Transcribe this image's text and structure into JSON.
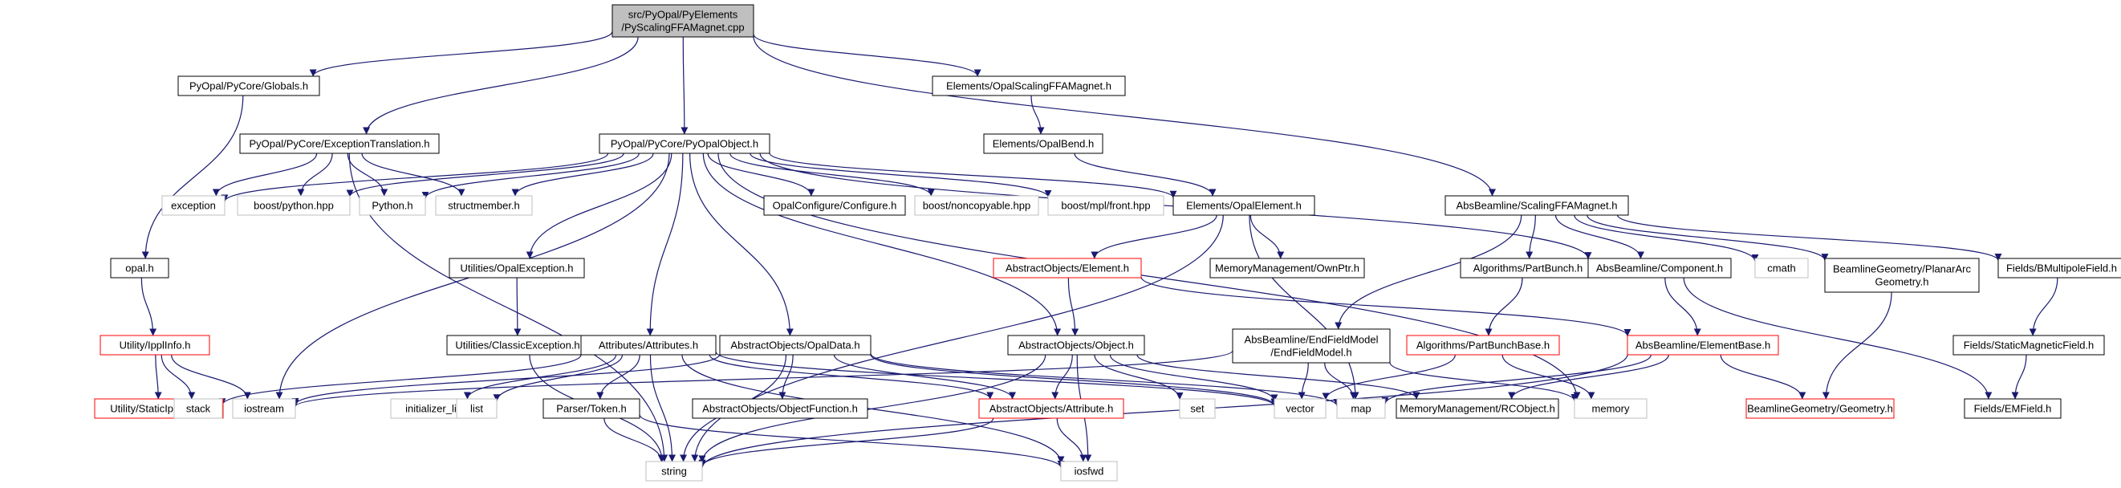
{
  "colors": {
    "edge": "#191970",
    "root_fill": "#bfbfbf",
    "node_border": "#000000",
    "missing_border": "#bfbfbf",
    "truncated_border": "#ff0000",
    "text": "#000000"
  },
  "nodes": [
    {
      "id": "root",
      "lines": [
        "src/PyOpal/PyElements",
        "/PyScalingFFAMagnet.cpp"
      ],
      "kind": "root"
    },
    {
      "id": "globals",
      "lines": [
        "PyOpal/PyCore/Globals.h"
      ],
      "kind": "normal"
    },
    {
      "id": "exctrans",
      "lines": [
        "PyOpal/PyCore/ExceptionTranslation.h"
      ],
      "kind": "normal"
    },
    {
      "id": "pyopalobj",
      "lines": [
        "PyOpal/PyCore/PyOpalObject.h"
      ],
      "kind": "normal"
    },
    {
      "id": "opalscaling",
      "lines": [
        "Elements/OpalScalingFFAMagnet.h"
      ],
      "kind": "normal"
    },
    {
      "id": "opalbend",
      "lines": [
        "Elements/OpalBend.h"
      ],
      "kind": "normal"
    },
    {
      "id": "absscaling",
      "lines": [
        "AbsBeamline/ScalingFFAMagnet.h"
      ],
      "kind": "normal"
    },
    {
      "id": "exception",
      "lines": [
        "exception"
      ],
      "kind": "missing"
    },
    {
      "id": "boostpython",
      "lines": [
        "boost/python.hpp"
      ],
      "kind": "missing"
    },
    {
      "id": "pythonh",
      "lines": [
        "Python.h"
      ],
      "kind": "missing"
    },
    {
      "id": "structmember",
      "lines": [
        "structmember.h"
      ],
      "kind": "missing"
    },
    {
      "id": "configure",
      "lines": [
        "OpalConfigure/Configure.h"
      ],
      "kind": "normal"
    },
    {
      "id": "noncopyable",
      "lines": [
        "boost/noncopyable.hpp"
      ],
      "kind": "missing"
    },
    {
      "id": "mplfront",
      "lines": [
        "boost/mpl/front.hpp"
      ],
      "kind": "missing"
    },
    {
      "id": "opalelement",
      "lines": [
        "Elements/OpalElement.h"
      ],
      "kind": "normal"
    },
    {
      "id": "opalh",
      "lines": [
        "opal.h"
      ],
      "kind": "normal"
    },
    {
      "id": "ipplinfo",
      "lines": [
        "Utility/IpplInfo.h"
      ],
      "kind": "truncated"
    },
    {
      "id": "staticippl",
      "lines": [
        "Utility/StaticIpplInfo.h"
      ],
      "kind": "truncated"
    },
    {
      "id": "opalexception",
      "lines": [
        "Utilities/OpalException.h"
      ],
      "kind": "normal"
    },
    {
      "id": "classicexc",
      "lines": [
        "Utilities/ClassicException.h"
      ],
      "kind": "normal"
    },
    {
      "id": "attributes",
      "lines": [
        "Attributes/Attributes.h"
      ],
      "kind": "normal"
    },
    {
      "id": "opaldata",
      "lines": [
        "AbstractObjects/OpalData.h"
      ],
      "kind": "normal"
    },
    {
      "id": "absobject",
      "lines": [
        "AbstractObjects/Object.h"
      ],
      "kind": "normal"
    },
    {
      "id": "element",
      "lines": [
        "AbstractObjects/Element.h"
      ],
      "kind": "truncated"
    },
    {
      "id": "ownptr",
      "lines": [
        "MemoryManagement/OwnPtr.h"
      ],
      "kind": "normal"
    },
    {
      "id": "endfield",
      "lines": [
        "AbsBeamline/EndFieldModel",
        "/EndFieldModel.h"
      ],
      "kind": "normal"
    },
    {
      "id": "partbunch",
      "lines": [
        "Algorithms/PartBunch.h"
      ],
      "kind": "normal"
    },
    {
      "id": "component",
      "lines": [
        "AbsBeamline/Component.h"
      ],
      "kind": "normal"
    },
    {
      "id": "cmath",
      "lines": [
        "cmath"
      ],
      "kind": "missing"
    },
    {
      "id": "planararc",
      "lines": [
        "BeamlineGeometry/PlanarArc",
        "Geometry.h"
      ],
      "kind": "normal"
    },
    {
      "id": "bmultipole",
      "lines": [
        "Fields/BMultipoleField.h"
      ],
      "kind": "normal"
    },
    {
      "id": "partbunchbase",
      "lines": [
        "Algorithms/PartBunchBase.h"
      ],
      "kind": "truncated"
    },
    {
      "id": "elementbase",
      "lines": [
        "AbsBeamline/ElementBase.h"
      ],
      "kind": "truncated"
    },
    {
      "id": "staticmag",
      "lines": [
        "Fields/StaticMagneticField.h"
      ],
      "kind": "normal"
    },
    {
      "id": "stack",
      "lines": [
        "stack"
      ],
      "kind": "missing"
    },
    {
      "id": "iostream",
      "lines": [
        "iostream"
      ],
      "kind": "missing"
    },
    {
      "id": "initlist",
      "lines": [
        "initializer_list"
      ],
      "kind": "missing"
    },
    {
      "id": "list",
      "lines": [
        "list"
      ],
      "kind": "missing"
    },
    {
      "id": "token",
      "lines": [
        "Parser/Token.h"
      ],
      "kind": "normal"
    },
    {
      "id": "objfunction",
      "lines": [
        "AbstractObjects/ObjectFunction.h"
      ],
      "kind": "normal"
    },
    {
      "id": "attribute",
      "lines": [
        "AbstractObjects/Attribute.h"
      ],
      "kind": "truncated"
    },
    {
      "id": "set",
      "lines": [
        "set"
      ],
      "kind": "missing"
    },
    {
      "id": "vector",
      "lines": [
        "vector"
      ],
      "kind": "missing"
    },
    {
      "id": "map",
      "lines": [
        "map"
      ],
      "kind": "missing"
    },
    {
      "id": "rcobject",
      "lines": [
        "MemoryManagement/RCObject.h"
      ],
      "kind": "normal"
    },
    {
      "id": "memory",
      "lines": [
        "memory"
      ],
      "kind": "missing"
    },
    {
      "id": "geometry",
      "lines": [
        "BeamlineGeometry/Geometry.h"
      ],
      "kind": "truncated"
    },
    {
      "id": "emfield",
      "lines": [
        "Fields/EMField.h"
      ],
      "kind": "normal"
    },
    {
      "id": "string",
      "lines": [
        "string"
      ],
      "kind": "missing"
    },
    {
      "id": "iosfwd",
      "lines": [
        "iosfwd"
      ],
      "kind": "missing"
    }
  ],
  "edges": [
    [
      "root",
      "globals"
    ],
    [
      "root",
      "exctrans"
    ],
    [
      "root",
      "pyopalobj"
    ],
    [
      "root",
      "opalscaling"
    ],
    [
      "root",
      "absscaling"
    ],
    [
      "globals",
      "opalh"
    ],
    [
      "exctrans",
      "exception"
    ],
    [
      "exctrans",
      "boostpython"
    ],
    [
      "exctrans",
      "pythonh"
    ],
    [
      "exctrans",
      "structmember"
    ],
    [
      "exctrans",
      "string"
    ],
    [
      "pyopalobj",
      "exception"
    ],
    [
      "pyopalobj",
      "boostpython"
    ],
    [
      "pyopalobj",
      "pythonh"
    ],
    [
      "pyopalobj",
      "structmember"
    ],
    [
      "pyopalobj",
      "configure"
    ],
    [
      "pyopalobj",
      "noncopyable"
    ],
    [
      "pyopalobj",
      "mplfront"
    ],
    [
      "pyopalobj",
      "opalelement"
    ],
    [
      "pyopalobj",
      "opalexception"
    ],
    [
      "pyopalobj",
      "attributes"
    ],
    [
      "pyopalobj",
      "opaldata"
    ],
    [
      "pyopalobj",
      "absobject"
    ],
    [
      "pyopalobj",
      "iostream"
    ],
    [
      "pyopalobj",
      "component"
    ],
    [
      "pyopalobj",
      "memory"
    ],
    [
      "opalscaling",
      "opalbend"
    ],
    [
      "opalbend",
      "opalelement"
    ],
    [
      "opalelement",
      "element"
    ],
    [
      "opalelement",
      "ownptr"
    ],
    [
      "opalelement",
      "string"
    ],
    [
      "opalelement",
      "map"
    ],
    [
      "element",
      "absobject"
    ],
    [
      "element",
      "elementbase"
    ],
    [
      "absscaling",
      "endfield"
    ],
    [
      "absscaling",
      "partbunch"
    ],
    [
      "absscaling",
      "component"
    ],
    [
      "absscaling",
      "cmath"
    ],
    [
      "absscaling",
      "planararc"
    ],
    [
      "absscaling",
      "bmultipole"
    ],
    [
      "opalh",
      "ipplinfo"
    ],
    [
      "ipplinfo",
      "staticippl"
    ],
    [
      "ipplinfo",
      "stack"
    ],
    [
      "ipplinfo",
      "iostream"
    ],
    [
      "opalexception",
      "classicexc"
    ],
    [
      "classicexc",
      "string"
    ],
    [
      "attributes",
      "initlist"
    ],
    [
      "attributes",
      "list"
    ],
    [
      "attributes",
      "token"
    ],
    [
      "attributes",
      "attribute"
    ],
    [
      "attributes",
      "string"
    ],
    [
      "attributes",
      "stack"
    ],
    [
      "attributes",
      "vector"
    ],
    [
      "attributes",
      "iosfwd"
    ],
    [
      "opaldata",
      "objfunction"
    ],
    [
      "opaldata",
      "attribute"
    ],
    [
      "opaldata",
      "string"
    ],
    [
      "opaldata",
      "vector"
    ],
    [
      "opaldata",
      "map"
    ],
    [
      "opaldata",
      "iostream"
    ],
    [
      "absobject",
      "attribute"
    ],
    [
      "absobject",
      "set"
    ],
    [
      "absobject",
      "vector"
    ],
    [
      "absobject",
      "string"
    ],
    [
      "absobject",
      "rcobject"
    ],
    [
      "absobject",
      "iosfwd"
    ],
    [
      "endfield",
      "vector"
    ],
    [
      "endfield",
      "map"
    ],
    [
      "endfield",
      "memory"
    ],
    [
      "endfield",
      "iostream"
    ],
    [
      "partbunch",
      "partbunchbase"
    ],
    [
      "partbunchbase",
      "vector"
    ],
    [
      "partbunchbase",
      "memory"
    ],
    [
      "component",
      "elementbase"
    ],
    [
      "component",
      "emfield"
    ],
    [
      "planararc",
      "geometry"
    ],
    [
      "bmultipole",
      "staticmag"
    ],
    [
      "staticmag",
      "emfield"
    ],
    [
      "elementbase",
      "geometry"
    ],
    [
      "elementbase",
      "rcobject"
    ],
    [
      "elementbase",
      "map"
    ],
    [
      "elementbase",
      "string"
    ],
    [
      "token",
      "string"
    ],
    [
      "token",
      "iosfwd"
    ],
    [
      "attribute",
      "string"
    ],
    [
      "attribute",
      "iosfwd"
    ]
  ]
}
